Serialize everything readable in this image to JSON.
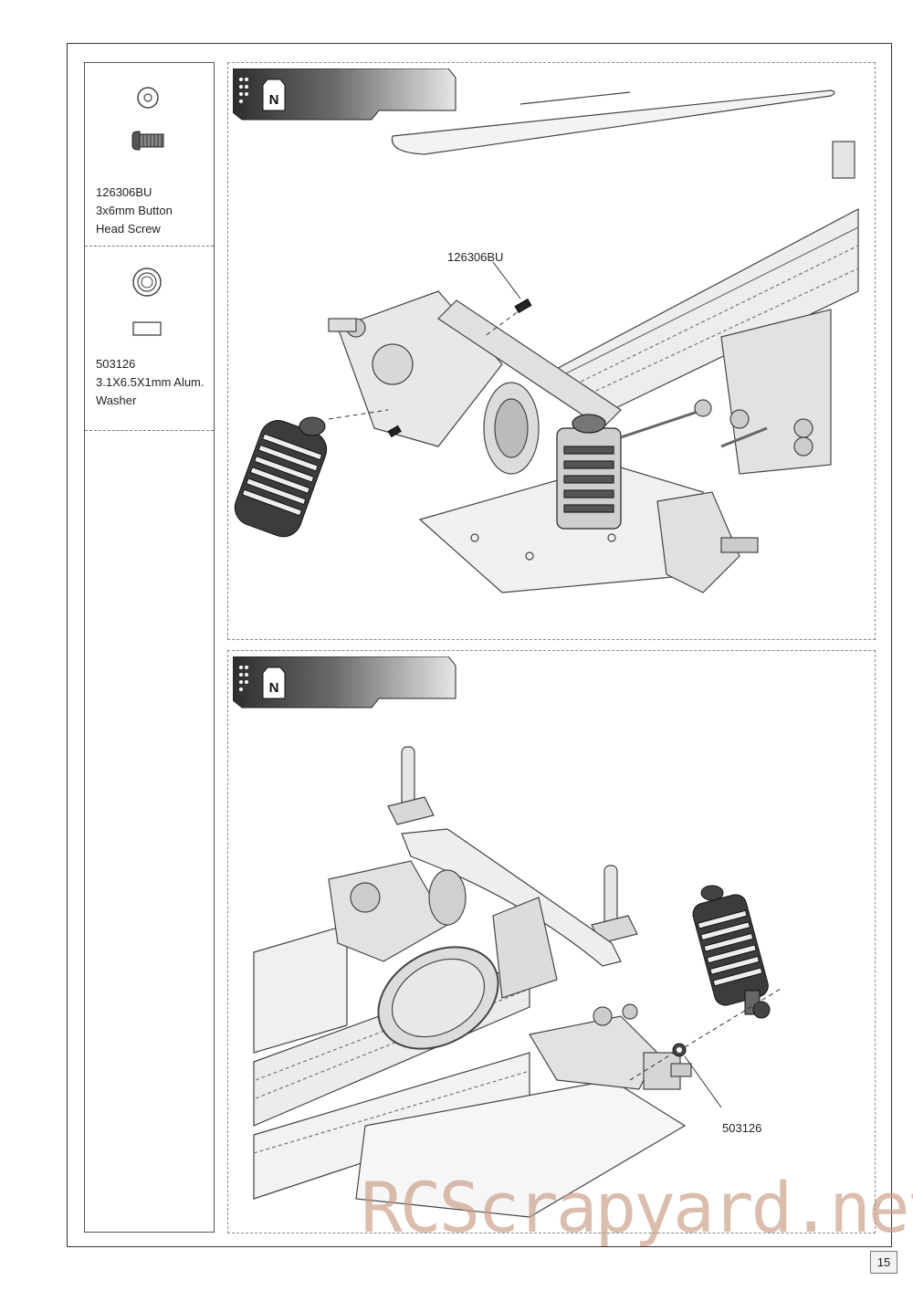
{
  "parts": [
    {
      "code": "126306BU",
      "lines": [
        "3x6mm Button",
        "Head Screw"
      ],
      "icon": "button-head-screw-icon"
    },
    {
      "code": "503126",
      "lines": [
        "3.1X6.5X1mm Alum.",
        "Washer"
      ],
      "icon": "washer-icon"
    }
  ],
  "steps": [
    {
      "bag_label": "N",
      "callout": "126306BU"
    },
    {
      "bag_label": "N",
      "callout": "503126"
    }
  ],
  "page_number": "15",
  "watermark": "RCScrapyard.net",
  "colors": {
    "banner_dark": "#3a3a3a",
    "banner_light": "#e6e6e6",
    "watermark": "#c89b84"
  }
}
